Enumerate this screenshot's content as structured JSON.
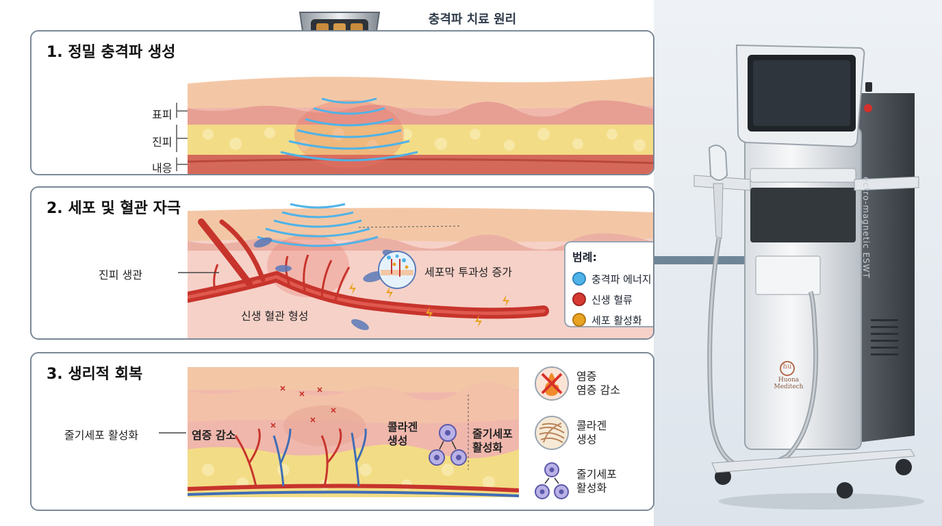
{
  "title": "충격파 치료 원리",
  "panel1": {
    "title": "1. 정밀 충격파 생성",
    "labels": {
      "epidermis": "표피",
      "dermis": "진피",
      "inner": "내응"
    }
  },
  "panel2": {
    "title": "2. 세포 및 혈관 자극",
    "labels": {
      "dermal_vessel": "진피 생관",
      "new_vessel": "신생 혈관 형성",
      "membrane": "세포막 투과성 증가"
    },
    "legend": {
      "title": "범례:",
      "items": [
        {
          "label": "충격파 에너지",
          "color": "#4fb3e8"
        },
        {
          "label": "신생 혈류",
          "color": "#d63b33"
        },
        {
          "label": "세포 활성화",
          "color": "#e9a322"
        }
      ]
    }
  },
  "panel3": {
    "title": "3. 생리적 회복",
    "labels": {
      "stem_left": "줄기세포 활성화",
      "inflam": "염증 감소",
      "collagen": "콜라겐\n생성",
      "stem_right": "줄기세포\n활성화"
    },
    "key": [
      {
        "icon": "inflammation-icon",
        "line1": "염증",
        "line2": "염증 감소"
      },
      {
        "icon": "collagen-icon",
        "line1": "콜라겐",
        "line2": "생성"
      },
      {
        "icon": "stem-cell-icon",
        "line1": "줄기세포",
        "line2": "활성화"
      }
    ]
  },
  "device": {
    "model_text": "ectro-magnetic ESWT",
    "brand": "Huona Meditech",
    "logo": "hu"
  },
  "colors": {
    "skin_top": "#f3c7a6",
    "skin_pink": "#f0b7ac",
    "fat": "#f3dc86",
    "muscle": "#d4695a",
    "wave": "#4fb3e8",
    "vessel_red": "#c7342c",
    "vessel_blue": "#3f6db5"
  }
}
